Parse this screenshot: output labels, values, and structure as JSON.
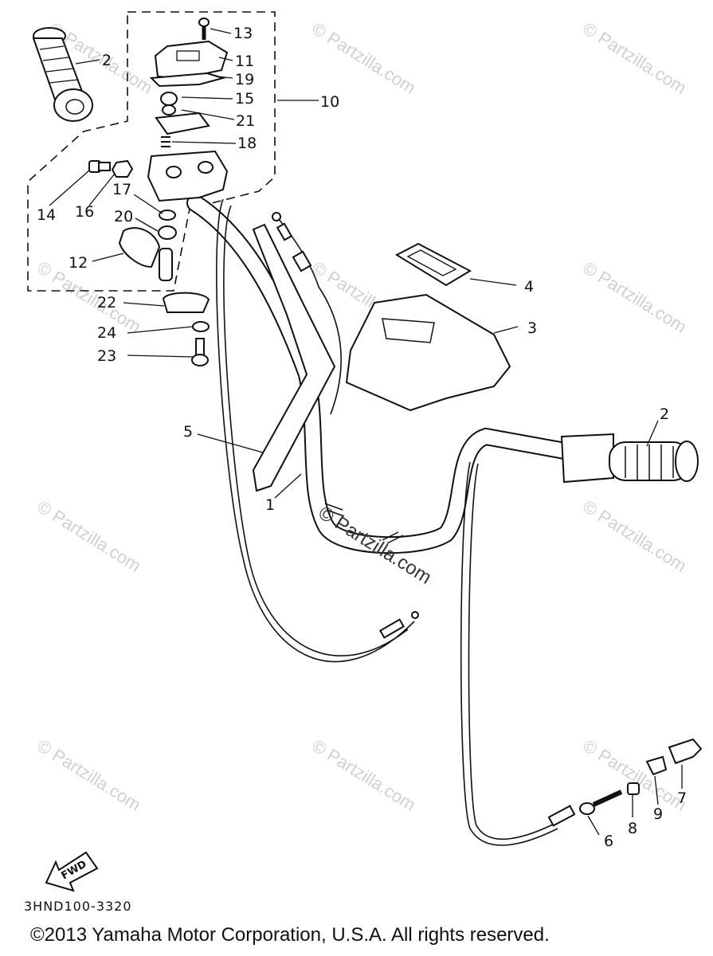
{
  "watermark": "© Partzilla.com",
  "center_watermark": "© Partzilla.com",
  "fwd_label": "FWD",
  "diagram_code": "3HND100-3320",
  "copyright": "©2013 Yamaha Motor Corporation, U.S.A. All rights reserved.",
  "callouts": {
    "p1": "1",
    "p2a": "2",
    "p2b": "2",
    "p3": "3",
    "p4": "4",
    "p5": "5",
    "p6": "6",
    "p7": "7",
    "p8": "8",
    "p9": "9",
    "p10": "10",
    "p11": "11",
    "p12": "12",
    "p13": "13",
    "p14": "14",
    "p15": "15",
    "p16": "16",
    "p17": "17",
    "p18": "18",
    "p19": "19",
    "p20": "20",
    "p21": "21",
    "p22": "22",
    "p23": "23",
    "p24": "24"
  }
}
